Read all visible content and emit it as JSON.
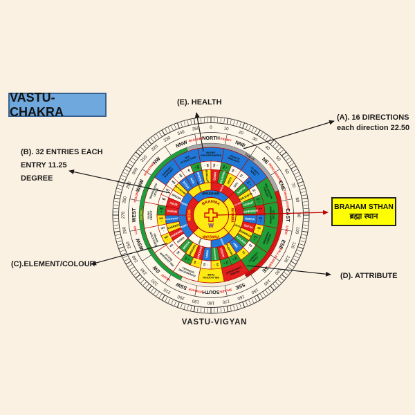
{
  "page": {
    "background": "#fbf1e2",
    "footer": "VASTU-VIGYAN"
  },
  "title": {
    "text": "VASTU-CHAKRA"
  },
  "annotations": {
    "a": {
      "line1": "(A). 16 DIRECTIONS",
      "line2": "each direction 22.50"
    },
    "b": {
      "line1": "(B). 32 ENTRIES EACH",
      "line2": "ENTRY 11.25",
      "line3": "DEGREE"
    },
    "c": {
      "text": "(C).ELEMENT/COLOUR"
    },
    "d": {
      "text": "(D). ATTRIBUTE"
    },
    "e": {
      "text": "(E). HEALTH"
    }
  },
  "braham_box": {
    "line1": "BRAHAM STHAN",
    "line2": "ब्रह्मा स्थान",
    "bg": "#ffff00"
  },
  "chakra": {
    "degree_labels": [
      0,
      10,
      20,
      30,
      40,
      50,
      60,
      70,
      80,
      90,
      100,
      110,
      120,
      130,
      140,
      150,
      160,
      170,
      180,
      190,
      200,
      210,
      220,
      230,
      240,
      250,
      260,
      270,
      280,
      290,
      300,
      310,
      320,
      330,
      340,
      350
    ],
    "directions": [
      "NORTH",
      "NNE",
      "NE",
      "ENE",
      "EAST",
      "ESE",
      "SE",
      "SSE",
      "SOUTH",
      "SSW",
      "SW",
      "WSW",
      "WEST",
      "WNW",
      "NW",
      "NNW"
    ],
    "organs": [
      {
        "label": "BLADDER",
        "angle": 348.75,
        "color": "#e01111"
      },
      {
        "label": "KIDNEY",
        "angle": 11.25,
        "color": "#e01111"
      },
      {
        "label": "PERICARDIUM",
        "angle": 56.25,
        "color": "#e01111"
      },
      {
        "label": "CIRCULATION",
        "angle": 78.75,
        "color": "#e01111"
      },
      {
        "label": "LIVER",
        "angle": 101.25,
        "color": "#e01111"
      },
      {
        "label": "GALL BLADDER",
        "angle": 123.75,
        "color": "#e01111"
      },
      {
        "label": "SPLEEN",
        "angle": 168.75,
        "color": "#e01111"
      },
      {
        "label": "STOMACH",
        "angle": 191.25,
        "color": "#e01111"
      },
      {
        "label": "HEART",
        "angle": 216,
        "color": "#e01111"
      },
      {
        "label": "LUNG",
        "angle": 258.75,
        "color": "#e01111"
      },
      {
        "label": "COLON",
        "angle": 283.5,
        "color": "#e01111"
      },
      {
        "label": "INTESTINE",
        "angle": 306.5,
        "color": "#e01111"
      }
    ],
    "gunas": [
      {
        "label": "TAMAS",
        "start": 340,
        "end": 70,
        "band": "#a8a8a8",
        "text": "#222222",
        "label_angle": 33.75
      },
      {
        "label": "RAJAS",
        "start": 70,
        "end": 150,
        "band": "#dd1414",
        "text": "#8b0000",
        "label_angle": 146.25
      },
      {
        "label": "",
        "start": 150,
        "end": 205,
        "band": "#f6ecd9",
        "text": "#8b0000",
        "label_angle": 0
      },
      {
        "label": "SATAV",
        "start": 205,
        "end": 340,
        "band": "#1f9e3c",
        "text": "#ffe913",
        "label_angle": 270
      }
    ],
    "attributes": [
      {
        "dir": "N",
        "label": "MONEY OPPORTUNITIES",
        "color": "b"
      },
      {
        "dir": "NNE",
        "label": "HEALTH IMMUNITY",
        "color": "b"
      },
      {
        "dir": "NE",
        "label": "CLARITY MIND",
        "color": "b"
      },
      {
        "dir": "ENE",
        "label": "RELAXATION FUN/JOY",
        "color": "g"
      },
      {
        "dir": "E",
        "label": "SOCIAL ASSOCIATION",
        "color": "g"
      },
      {
        "dir": "ESE",
        "label": "ANXIETY CHURNING",
        "color": "g"
      },
      {
        "dir": "SE",
        "label": "CASH LIQUIDITY",
        "color": "g"
      },
      {
        "dir": "SSE",
        "label": "POWER CONFIDENCE",
        "color": "r"
      },
      {
        "dir": "S",
        "label": "RELAXATION FAME",
        "color": "y"
      },
      {
        "dir": "SSW",
        "label": "EXPENDITURE DISPOSAL",
        "color": "w"
      },
      {
        "dir": "SW",
        "label": "RELATIONSHIP SKILLS",
        "color": "w"
      },
      {
        "dir": "WSW",
        "label": "EDUCATION SAVING",
        "color": "w"
      },
      {
        "dir": "W",
        "label": "GAINS PROFIT",
        "color": "w"
      },
      {
        "dir": "WNW",
        "label": "DEPRESSION DETOX",
        "color": "w"
      },
      {
        "dir": "NW",
        "label": "BANKING SUPPORT",
        "color": "b"
      },
      {
        "dir": "NNW",
        "label": "SEX ATTRACTION",
        "color": "b"
      }
    ],
    "padas": [
      {
        "c": "N8",
        "s": "-",
        "f": "w"
      },
      {
        "c": "N7",
        "s": "-",
        "f": "w"
      },
      {
        "c": "N6",
        "s": "+",
        "f": "g"
      },
      {
        "c": "N5",
        "s": "-",
        "f": "w"
      },
      {
        "c": "N4",
        "s": "-",
        "f": "w"
      },
      {
        "c": "N3",
        "s": "+",
        "f": "g"
      },
      {
        "c": "N2",
        "s": "-",
        "f": "w"
      },
      {
        "c": "N1",
        "s": "-",
        "f": "w"
      },
      {
        "c": "E1",
        "s": "+",
        "f": "b"
      },
      {
        "c": "E2",
        "s": "-",
        "f": "w"
      },
      {
        "c": "E3",
        "s": "+",
        "f": "g"
      },
      {
        "c": "E4",
        "s": "-",
        "f": "r"
      },
      {
        "c": "E5",
        "s": "+",
        "f": "b"
      },
      {
        "c": "E6",
        "s": "-",
        "f": "y"
      },
      {
        "c": "E7",
        "s": "+",
        "f": "g"
      },
      {
        "c": "E8",
        "s": "-",
        "f": "w"
      },
      {
        "c": "S1",
        "s": "-",
        "f": "y"
      },
      {
        "c": "S2",
        "s": "+",
        "f": "g"
      },
      {
        "c": "S3",
        "s": "+",
        "f": "g"
      },
      {
        "c": "S4",
        "s": "-",
        "f": "y"
      },
      {
        "c": "S5",
        "s": "-",
        "f": "w"
      },
      {
        "c": "S6",
        "s": "-",
        "f": "y"
      },
      {
        "c": "S7",
        "s": "+",
        "f": "g"
      },
      {
        "c": "S8",
        "s": "-",
        "f": "w"
      },
      {
        "c": "W1",
        "s": "-",
        "f": "w"
      },
      {
        "c": "W2",
        "s": "-",
        "f": "y"
      },
      {
        "c": "W3",
        "s": "-",
        "f": "w"
      },
      {
        "c": "W4",
        "s": "-",
        "f": "y"
      },
      {
        "c": "W5",
        "s": "+",
        "f": "g"
      },
      {
        "c": "W6",
        "s": "-",
        "f": "w"
      },
      {
        "c": "W7",
        "s": "-",
        "f": "w"
      },
      {
        "c": "W8",
        "s": "-",
        "f": "w"
      }
    ],
    "deities32": [
      {
        "n": "ROGA",
        "f": "b"
      },
      {
        "n": "NAG",
        "f": "b"
      },
      {
        "n": "MUKHYA",
        "f": "b"
      },
      {
        "n": "BHALLAT",
        "f": "y"
      },
      {
        "n": "SOMA",
        "f": "r"
      },
      {
        "n": "BHUJANG",
        "f": "g"
      },
      {
        "n": "ADITI",
        "f": "y"
      },
      {
        "n": "DITI",
        "f": "w"
      },
      {
        "n": "SHIKHI",
        "f": "g"
      },
      {
        "n": "PARJANYA",
        "f": "y"
      },
      {
        "n": "JAYANT",
        "f": "g"
      },
      {
        "n": "MAHENDER",
        "f": "g"
      },
      {
        "n": "SURYA",
        "f": "b"
      },
      {
        "n": "SATYA",
        "f": "r"
      },
      {
        "n": "BHRISHA",
        "f": "y"
      },
      {
        "n": "AAKASH",
        "f": "g"
      },
      {
        "n": "ANIL",
        "f": "b"
      },
      {
        "n": "PUSHAN",
        "f": "y"
      },
      {
        "n": "VITATH",
        "f": "r"
      },
      {
        "n": "GRIHKSHAT",
        "f": "g"
      },
      {
        "n": "YAMA",
        "f": "b"
      },
      {
        "n": "GANDHARV",
        "f": "r"
      },
      {
        "n": "BHRIGRAJ",
        "f": "y"
      },
      {
        "n": "MRIGA",
        "f": "g"
      },
      {
        "n": "PITRA",
        "f": "w"
      },
      {
        "n": "DAUWARIK",
        "f": "r"
      },
      {
        "n": "SUGREEV",
        "f": "y"
      },
      {
        "n": "PUSHPDANT",
        "f": "b"
      },
      {
        "n": "VARUN",
        "f": "r"
      },
      {
        "n": "ASUR",
        "f": "r"
      },
      {
        "n": "SHOSH",
        "f": "w"
      },
      {
        "n": "PAPYAKSHMA",
        "f": "y"
      }
    ],
    "inner_ring": [
      {
        "n": "APHA",
        "f": "r"
      },
      {
        "n": "APHA VATSA",
        "f": "r"
      },
      {
        "n": "SAVITA",
        "f": "y"
      },
      {
        "n": "SAVITR",
        "f": "b"
      },
      {
        "n": "JAYA",
        "f": "w"
      },
      {
        "n": "INDRA",
        "f": "b"
      },
      {
        "n": "RUDRA",
        "f": "b"
      },
      {
        "n": "RAJYAKSHMA",
        "f": "y"
      }
    ],
    "core_ring": [
      {
        "n": "BHUDHAR",
        "f": "b",
        "t": "#111111"
      },
      {
        "n": "ARYAMA",
        "f": "y",
        "t": "#b00000"
      },
      {
        "n": "VIVASVAN",
        "f": "y",
        "t": "#b00000"
      },
      {
        "n": "MITRA",
        "f": "r",
        "t": "#ffe913"
      }
    ],
    "center": {
      "name": "BRAHMA"
    },
    "palette": {
      "w": "#fdfaec",
      "g": "#21a038",
      "y": "#ffe913",
      "b": "#2079d8",
      "r": "#e31e1e"
    }
  }
}
